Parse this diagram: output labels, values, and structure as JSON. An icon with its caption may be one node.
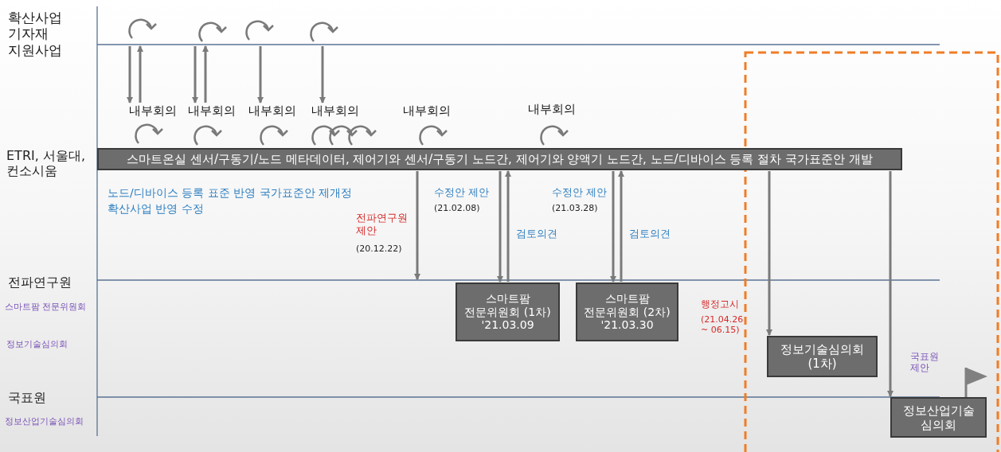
{
  "diagram": {
    "nodes": [
      {
        "text": [
          "내부회의"
        ]
      },
      {
        "text": [
          "내부회의"
        ]
      },
      {
        "text": [
          "내부회의"
        ]
      },
      {
        "text": [
          "내부회의"
        ]
      },
      {
        "text": [
          "내부회의"
        ]
      },
      {
        "text": [
          "내부회의"
        ]
      },
      {
        "text": [
          "스마트온실 센서/구동기/노드 메타데이터, 제어기와 센서/구동기 노드간, 제어기와 양액기 노드간, 노드/디바이스 등록 절차 국가표준안 개발"
        ]
      },
      {
        "text": [
          "스마트팜 전문위원회 (1차)",
          "'21.03.09"
        ]
      },
      {
        "text": [
          "스마트팜 전문위원회 (2차)",
          "'21.03.30"
        ]
      },
      {
        "text": [
          "정보기술심의회 (1차)"
        ]
      },
      {
        "text": [
          "정보산업기술 심의회"
        ]
      }
    ],
    "edges": [
      {
        "from": null,
        "to": 0,
        "arrow": "to"
      },
      {
        "from": 0,
        "to": null,
        "arrow": "to"
      },
      {
        "from": null,
        "to": 1,
        "arrow": "to"
      },
      {
        "from": 1,
        "to": null,
        "arrow": "to"
      },
      {
        "from": null,
        "to": 2,
        "arrow": "to"
      },
      {
        "from": null,
        "to": 3,
        "arrow": "to"
      },
      {
        "from": 6,
        "to": null,
        "arrow": "to"
      },
      {
        "from": 6,
        "to": 7,
        "arrow": "to"
      },
      {
        "from": 7,
        "to": 6,
        "arrow": "to"
      },
      {
        "from": 6,
        "to": 8,
        "arrow": "to"
      },
      {
        "from": 8,
        "to": 6,
        "arrow": "to"
      },
      {
        "from": 6,
        "to": 9,
        "arrow": "to"
      },
      {
        "from": 6,
        "to": 10,
        "arrow": "to"
      }
    ],
    "labels": [
      "확산사업 기자재 지원사업",
      "ETRI, 서울대, 컨소시움",
      "노드/디바이스 등록 표준 반영 국가표준안 제개정",
      "확산사업 반영 수정",
      "수정안 제안",
      "(21.02.08)",
      "수정안 제안",
      "(21.03.28)",
      "전파연구원 제안",
      "(20.12.22)",
      "검토의견",
      "검토의견",
      "전파연구원",
      "스마트팜 전문위원회",
      "행정고시",
      "(21.04.26 ~ 06.15)",
      "정보기술심의회",
      "국표원 제안",
      "국표원",
      "정보산업기술심의회"
    ]
  }
}
